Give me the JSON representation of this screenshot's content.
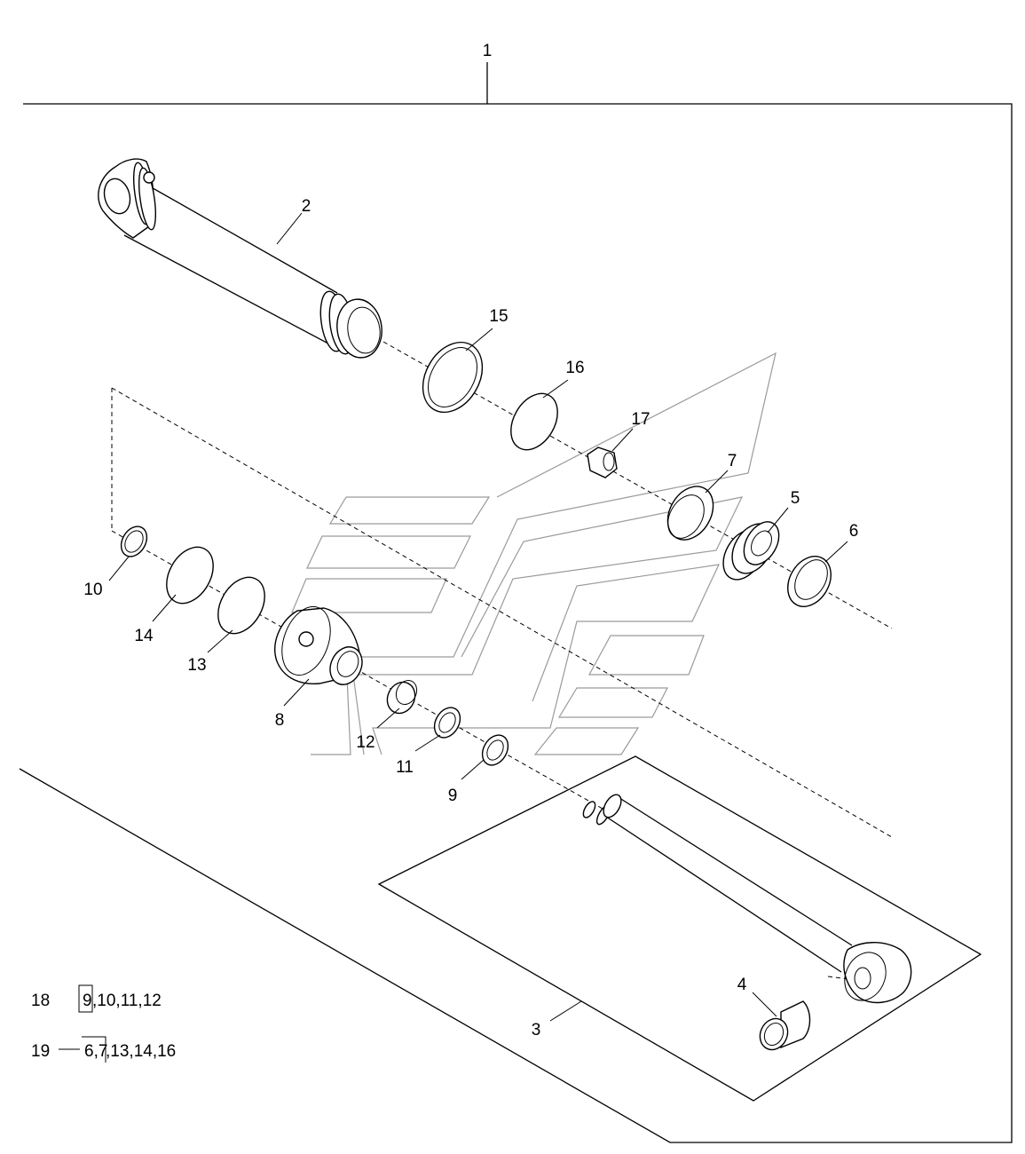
{
  "callouts": [
    {
      "id": "c1",
      "text": "1"
    },
    {
      "id": "c2",
      "text": "2"
    },
    {
      "id": "c3",
      "text": "3"
    },
    {
      "id": "c4",
      "text": "4"
    },
    {
      "id": "c5",
      "text": "5"
    },
    {
      "id": "c6",
      "text": "6"
    },
    {
      "id": "c7",
      "text": "7"
    },
    {
      "id": "c8",
      "text": "8"
    },
    {
      "id": "c9",
      "text": "9"
    },
    {
      "id": "c10",
      "text": "10"
    },
    {
      "id": "c11",
      "text": "11"
    },
    {
      "id": "c12",
      "text": "12"
    },
    {
      "id": "c13",
      "text": "13"
    },
    {
      "id": "c14",
      "text": "14"
    },
    {
      "id": "c15",
      "text": "15"
    },
    {
      "id": "c16",
      "text": "16"
    },
    {
      "id": "c17",
      "text": "17"
    }
  ],
  "kits": [
    {
      "number": "18",
      "parts_boxed": "9",
      "parts_rest": ",10,11,12"
    },
    {
      "number": "19",
      "parts_boxed": "6,7",
      "parts_rest": ",13,14,16"
    }
  ]
}
